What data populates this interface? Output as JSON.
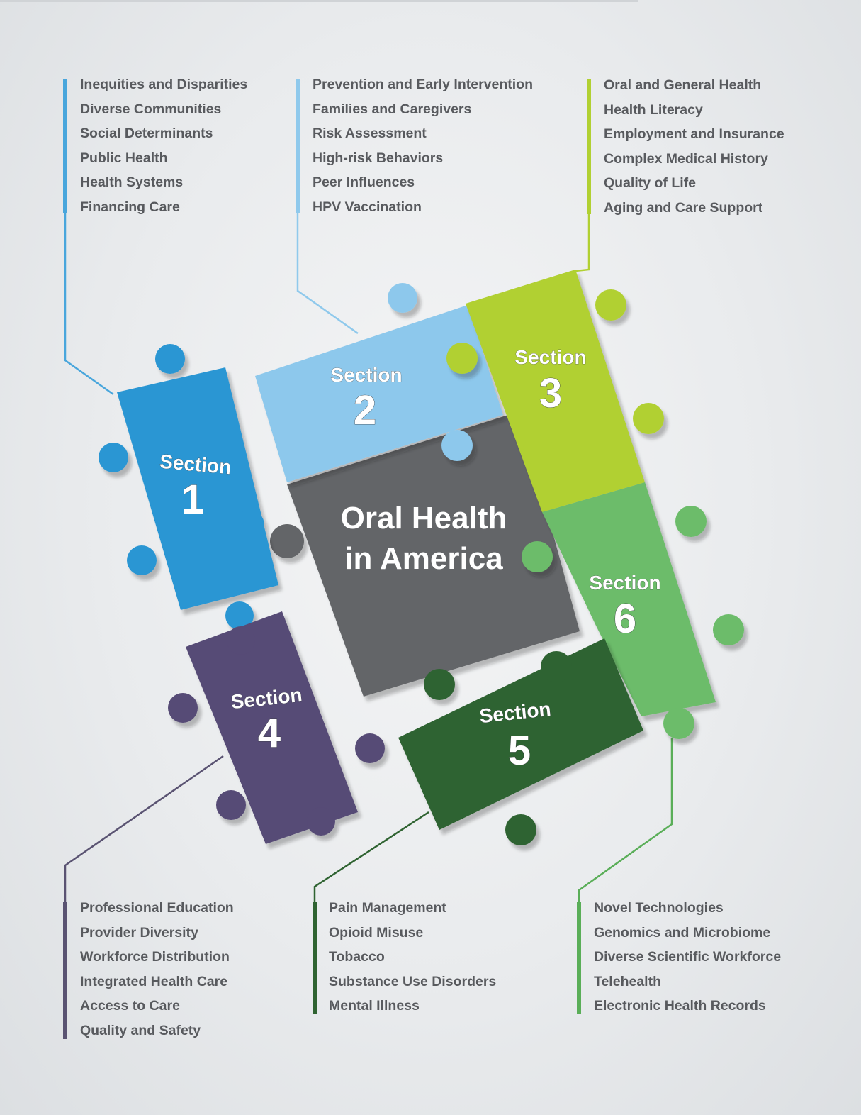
{
  "title": {
    "line1": "Oral Health",
    "line2": "in America"
  },
  "section_word": "Section",
  "sections": [
    {
      "number": "1",
      "color": "#2a96d3",
      "topics": [
        "Inequities and Disparities",
        "Diverse Communities",
        "Social Determinants",
        "Public Health",
        "Health Systems",
        "Financing Care"
      ]
    },
    {
      "number": "2",
      "color": "#8dc8ec",
      "topics": [
        "Prevention and Early Intervention",
        "Families and Caregivers",
        "Risk Assessment",
        "High-risk Behaviors",
        "Peer Influences",
        "HPV Vaccination"
      ]
    },
    {
      "number": "3",
      "color": "#b1d032",
      "topics": [
        "Oral and General Health",
        "Health Literacy",
        "Employment and Insurance",
        "Complex Medical History",
        "Quality of Life",
        "Aging and Care Support"
      ]
    },
    {
      "number": "4",
      "color": "#574b76",
      "topics": [
        "Professional Education",
        "Provider Diversity",
        "Workforce Distribution",
        "Integrated Health Care",
        "Access to Care",
        "Quality and Safety"
      ]
    },
    {
      "number": "5",
      "color": "#2f6331",
      "topics": [
        "Pain Management",
        "Opioid Misuse",
        "Tobacco",
        "Substance Use Disorders",
        "Mental Illness"
      ]
    },
    {
      "number": "6",
      "color": "#6cbc6a",
      "topics": [
        "Novel Technologies",
        "Genomics and Microbiome",
        "Diverse Scientific Workforce",
        "Telehealth",
        "Electronic Health Records"
      ]
    }
  ],
  "center_color": "#646568",
  "text_color": "#585a5e"
}
